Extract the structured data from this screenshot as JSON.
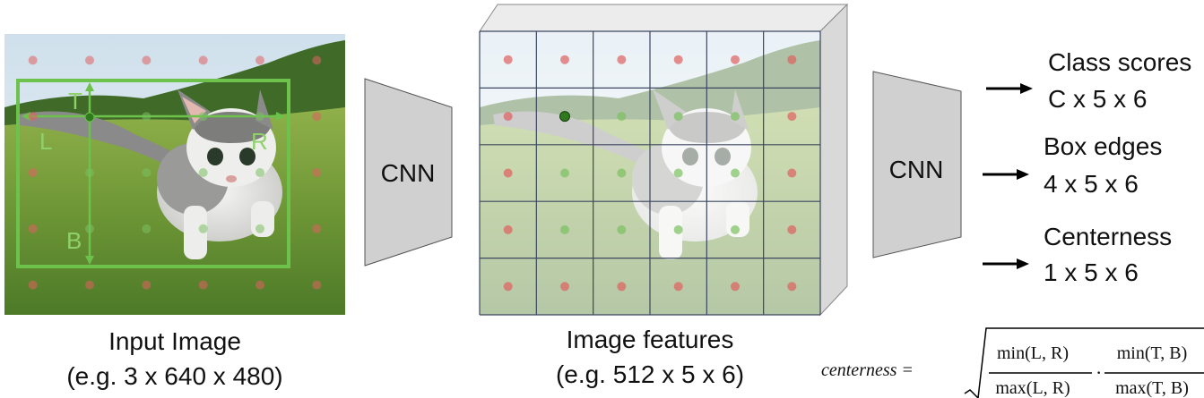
{
  "input": {
    "title": "Input Image",
    "subtitle": "(e.g. 3 x 640 x 480)",
    "box_labels": {
      "top": "T",
      "left": "L",
      "right": "R",
      "bottom": "B"
    }
  },
  "cnn1": {
    "label": "CNN"
  },
  "features": {
    "title": "Image features",
    "subtitle": "(e.g. 512 x 5 x 6)",
    "grid": {
      "rows": 5,
      "cols": 6
    },
    "green_points": [
      [
        1,
        1
      ],
      [
        1,
        2
      ],
      [
        1,
        3
      ],
      [
        1,
        4
      ],
      [
        2,
        1
      ],
      [
        2,
        2
      ],
      [
        2,
        3
      ],
      [
        2,
        4
      ],
      [
        3,
        1
      ],
      [
        3,
        2
      ],
      [
        3,
        3
      ],
      [
        3,
        4
      ]
    ],
    "highlight_point": [
      1,
      1
    ]
  },
  "cnn2": {
    "label": "CNN"
  },
  "outputs": [
    {
      "title": "Class scores",
      "shape": "C x 5 x 6"
    },
    {
      "title": "Box edges",
      "shape": "4 x 5 x 6"
    },
    {
      "title": "Centerness",
      "shape": "1 x 5 x 6"
    }
  ],
  "formula": {
    "lhs": "centerness =",
    "num1": "min(L, R)",
    "den1": "max(L, R)",
    "dot": "·",
    "num2": "min(T, B)",
    "den2": "max(T, B)"
  },
  "colors": {
    "box": "#6cc24a",
    "red_point": "#e06060",
    "green_point": "#7ac060",
    "grid_line": "#3b4660",
    "cnn_fill": "#d0d0d0",
    "cube_side": "#d9d9d9"
  }
}
